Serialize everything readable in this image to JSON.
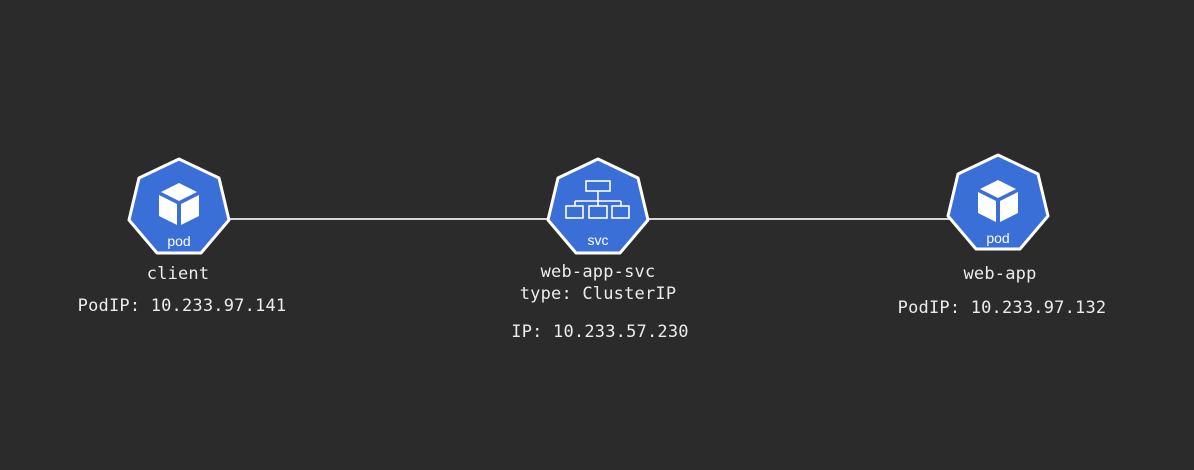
{
  "nodes": {
    "client": {
      "badge": "pod",
      "icon": "cube-icon",
      "name": "client",
      "ip_line": "PodIP: 10.233.97.141"
    },
    "service": {
      "badge": "svc",
      "icon": "network-tree-icon",
      "name": "web-app-svc",
      "type_line": "type: ClusterIP",
      "ip_line": "IP: 10.233.57.230"
    },
    "web_app": {
      "badge": "pod",
      "icon": "cube-icon",
      "name": "web-app",
      "ip_line": "PodIP: 10.233.97.132"
    }
  },
  "colors": {
    "background": "#2b2b2b",
    "node_fill": "#3a6fd8",
    "node_border": "#ffffff",
    "text": "#ececec",
    "connector": "#d6d6d6"
  }
}
